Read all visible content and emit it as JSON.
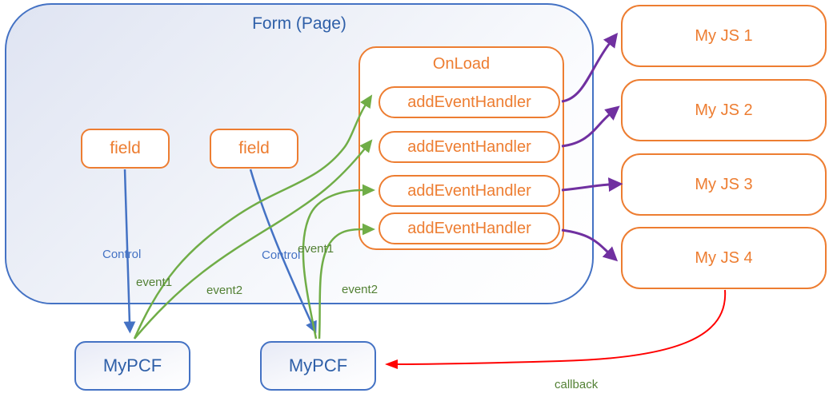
{
  "form": {
    "title": "Form (Page)",
    "fields": [
      {
        "label": "field"
      },
      {
        "label": "field"
      }
    ],
    "onload": {
      "title": "OnLoad",
      "handlers": [
        {
          "label": "addEventHandler"
        },
        {
          "label": "addEventHandler"
        },
        {
          "label": "addEventHandler"
        },
        {
          "label": "addEventHandler"
        }
      ]
    }
  },
  "js_modules": [
    {
      "label": "My JS 1"
    },
    {
      "label": "My JS 2"
    },
    {
      "label": "My JS 3"
    },
    {
      "label": "My JS 4"
    }
  ],
  "pcf_controls": [
    {
      "label": "MyPCF"
    },
    {
      "label": "MyPCF"
    }
  ],
  "connector_labels": {
    "control_left": "Control",
    "control_right": "Control",
    "event1_left": "event1",
    "event2_left": "event2",
    "event1_right": "event1",
    "event2_right": "event2",
    "callback": "callback"
  },
  "colors": {
    "node_orange": "#ED7D31",
    "node_blue": "#4472C4",
    "title_blue": "#2E5FA8",
    "arrow_green": "#70AD47",
    "label_green": "#538135",
    "arrow_purple": "#7030A0",
    "arrow_red": "#FF0000"
  }
}
